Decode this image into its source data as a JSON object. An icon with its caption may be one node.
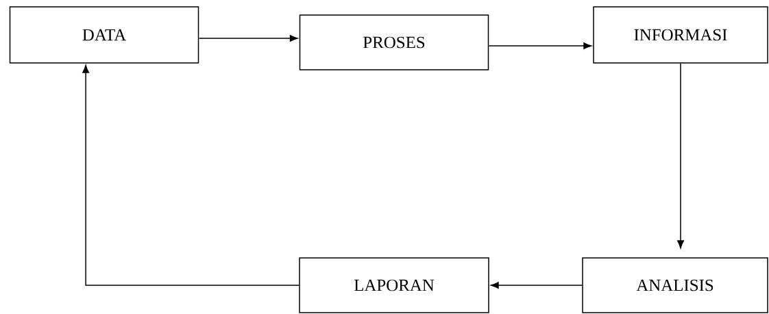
{
  "diagram": {
    "nodes": [
      {
        "text": [
          "DATA"
        ]
      },
      {
        "text": [
          "PROSES"
        ]
      },
      {
        "text": [
          "INFORMASI"
        ]
      },
      {
        "text": [
          "LAPORAN"
        ]
      },
      {
        "text": [
          "ANALISIS"
        ]
      }
    ],
    "edges": [
      {
        "from": 0,
        "to": 1,
        "arrow": "to"
      },
      {
        "from": 1,
        "to": 2,
        "arrow": "to"
      },
      {
        "from": 2,
        "to": 4,
        "arrow": "to"
      },
      {
        "from": 4,
        "to": 3,
        "arrow": "to"
      },
      {
        "from": 3,
        "to": 0,
        "arrow": "to"
      }
    ]
  }
}
